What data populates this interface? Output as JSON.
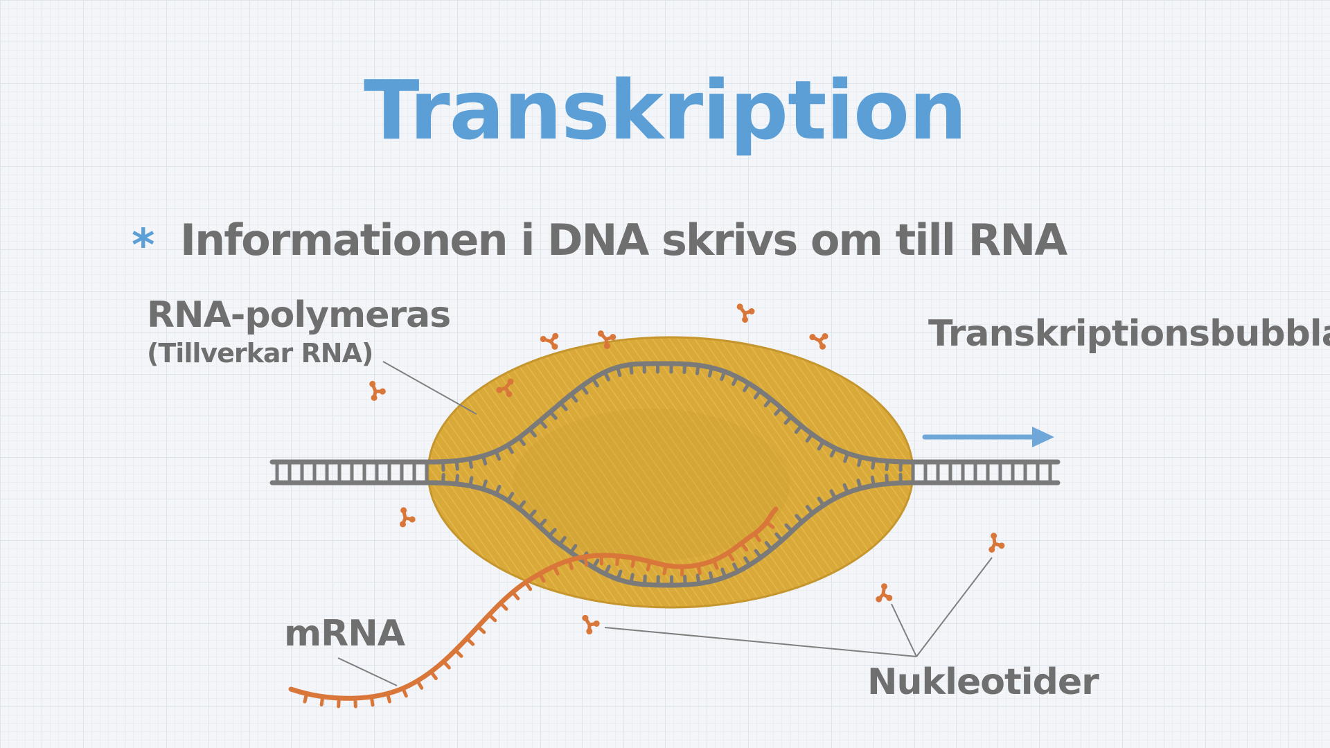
{
  "title": "Transkription",
  "bullet": {
    "marker": "*",
    "text": "Informationen i DNA skrivs om till RNA"
  },
  "labels": {
    "polymerase": "RNA-polymeras",
    "polymerase_note": "(Tillverkar RNA)",
    "bubble": "Transkriptionsbubbla",
    "mrna": "mRNA",
    "nucleotides": "Nukleotider"
  },
  "colors": {
    "title": "#5b9fd6",
    "text": "#6f6f6f",
    "dna": "#7a7a7a",
    "rna": "#d9773a",
    "polymerase": "#d9a93a",
    "arrow": "#6fa8d8"
  },
  "icons": [
    "direction-arrow-icon"
  ]
}
